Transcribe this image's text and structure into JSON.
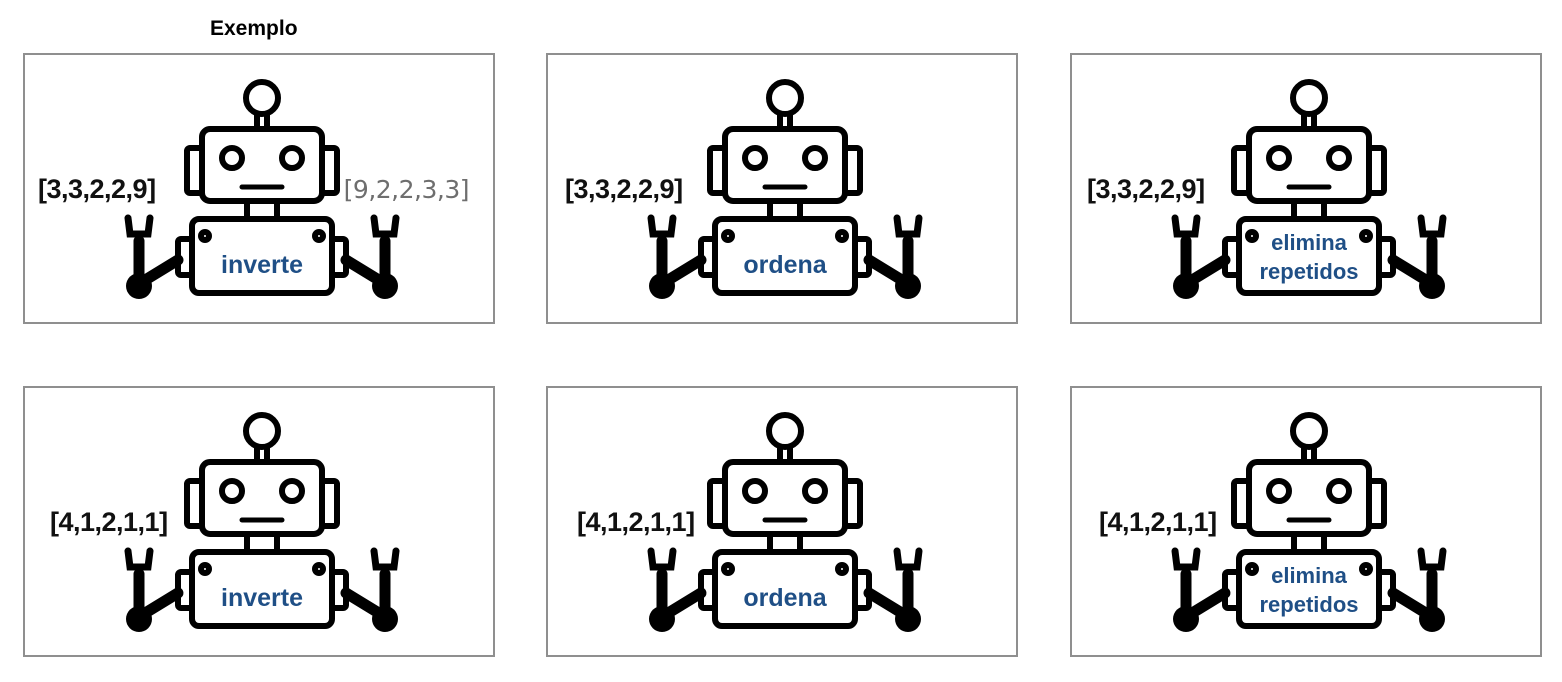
{
  "header": {
    "example_title": "Exemplo"
  },
  "cards": [
    {
      "input": "[3,3,2,2,9]",
      "output": "[9,2,2,3,3]",
      "label_lines": [
        "inverte"
      ]
    },
    {
      "input": "[3,3,2,2,9]",
      "output": "",
      "label_lines": [
        "ordena"
      ]
    },
    {
      "input": "[3,3,2,2,9]",
      "output": "",
      "label_lines": [
        "elimina",
        "repetidos"
      ]
    },
    {
      "input": "[4,1,2,1,1]",
      "output": "",
      "label_lines": [
        "inverte"
      ]
    },
    {
      "input": "[4,1,2,1,1]",
      "output": "",
      "label_lines": [
        "ordena"
      ]
    },
    {
      "input": "[4,1,2,1,1]",
      "output": "",
      "label_lines": [
        "elimina",
        "repetidos"
      ]
    }
  ],
  "colors": {
    "label": "#1f4f86",
    "border": "#8f8f8f",
    "output": "#6e6e6e"
  },
  "icons": {
    "robot": "robot-icon"
  }
}
